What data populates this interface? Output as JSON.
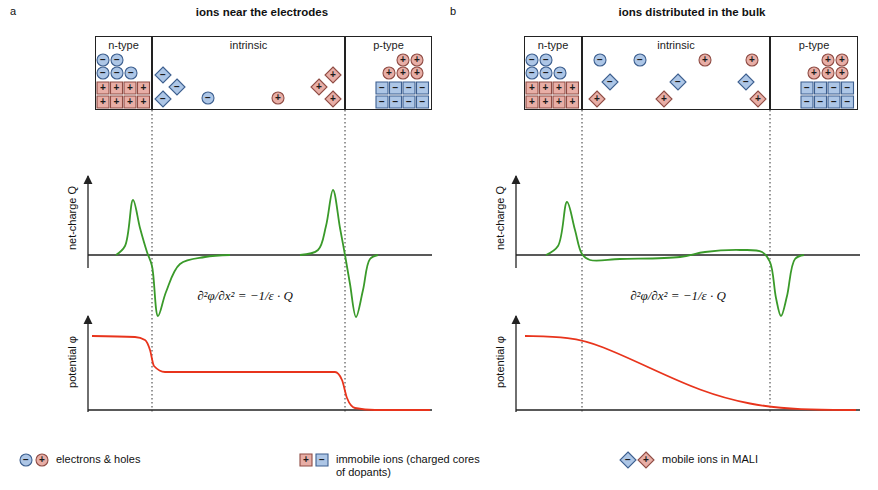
{
  "diagram": {
    "nodes": [
      {
        "text": [
          "n-type"
        ]
      },
      {
        "text": [
          "intrinsic"
        ]
      },
      {
        "text": [
          "p-type"
        ]
      },
      {
        "text": [
          "n-type"
        ]
      },
      {
        "text": [
          "intrinsic"
        ]
      },
      {
        "text": [
          "p-type"
        ]
      }
    ],
    "labels": [
      "a",
      "ions near the electrodes",
      "b",
      "ions distributed in the bulk",
      "net-charge Q",
      "potential φ",
      "∂²φ/∂x² = −1/ε · Q",
      "net-charge Q",
      "potential φ",
      "∂²φ/∂x² = −1/ε · Q",
      "−",
      "−",
      "−",
      "−",
      "−",
      "+",
      "+",
      "+",
      "+",
      "+",
      "+",
      "+",
      "+",
      "−",
      "−",
      "−",
      "−",
      "+",
      "+",
      "+",
      "+",
      "+",
      "+",
      "+",
      "+",
      "+",
      "−",
      "−",
      "−",
      "−",
      "−",
      "−",
      "−",
      "−",
      "−",
      "−",
      "−",
      "−",
      "−",
      "+",
      "+",
      "+",
      "+",
      "+",
      "+",
      "+",
      "+",
      "−",
      "−",
      "+",
      "+",
      "−",
      "−",
      "−",
      "+",
      "+",
      "+",
      "+",
      "+",
      "+",
      "+",
      "+",
      "−",
      "−",
      "−",
      "−",
      "−",
      "−",
      "−",
      "−",
      "−",
      "+",
      "+",
      "−",
      "−",
      "+"
    ],
    "legend": [
      {
        "text": "electrons & holes"
      },
      {
        "text": "immobile ions (charged cores of dopants)"
      },
      {
        "text": "mobile ions in MALI"
      }
    ]
  }
}
